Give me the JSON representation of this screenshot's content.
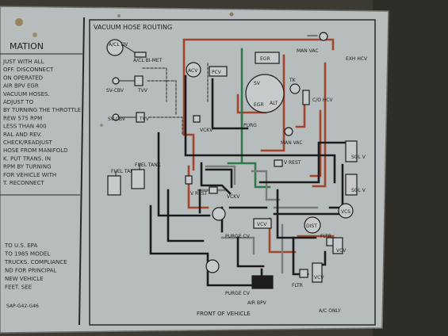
{
  "left_panel": {
    "title": "MATION",
    "lines": [
      "JUST WITH ALL",
      "OFF. DISCONNECT",
      "ON OPERATED",
      "AIR BPV EGR",
      "VACUUM HOSES.",
      "ADJUST TO",
      "BY TURNING THE THROTTLE",
      "REW 575 RPM",
      "LESS THAN 400",
      "RAL AND REV.",
      "CHECK/READJUST",
      "HOSE FROM MANIFOLD",
      "K. PUT TRANS. IN",
      "RPM BY TURNING",
      "FOR VEHICLE WITH",
      "T. RECONNECT"
    ],
    "bottom_lines": [
      "TO U.S. EPA",
      "TO 1985 MODEL",
      "TRUCKS. COMPLIANCE",
      "ND FOR PRINCIPAL",
      "NEW VEHICLE",
      "FEET. SEE"
    ],
    "part_number": "SAP-G42-G46"
  },
  "diagram": {
    "title": "VACUUM HOSE ROUTING",
    "footer": "FRONT OF VEHICLE",
    "footnote": "A/C ONLY",
    "labels": {
      "acl_dv": "A/CL DV",
      "acl_bimet": "A/CL BI-MET",
      "sv_cbv_1": "SV-CBV",
      "tvv_1": "TVV",
      "sv_cbv_2": "SV-CBV",
      "tvv_2": "TVV",
      "acv": "ACV",
      "pcv": "PCV",
      "egr": "EGR",
      "sv": "SV",
      "purg": "PURG",
      "egr_vert": "EGR",
      "alt": "ALT",
      "man_vac_top": "MAN VAC",
      "tk": "TK",
      "exh_hcv": "EXH HCV",
      "co_hcv": "C/O HCV",
      "man_vac_mid": "MAN VAC",
      "vckv_1": "VCKV",
      "fuel_tank_1": "FUEL TANK",
      "fuel_tank_2": "FUEL TANK",
      "v_rest_1": "V REST",
      "v_rest_2": "V REST",
      "vckv_2": "VCKV",
      "sol_v_1": "SOL V",
      "sol_v_2": "SOL V",
      "vcs": "VCS",
      "dist": "DIST",
      "vcv_1": "VCV",
      "purge_cv_1": "PURGE CV",
      "purge_cv_2": "PURGE CV",
      "fltr_1": "FLTR",
      "vcv_2": "VCV",
      "fltr_2": "FLTR",
      "vcv_3": "VCV",
      "air_bpv": "AIR BPV"
    },
    "colors": {
      "red_hose": "#a2442e",
      "green_hose": "#2f7a4c",
      "black_hose": "#1c1c1c",
      "gray_hose": "#7a7c7a",
      "label_bg": "#b9bec0"
    }
  }
}
